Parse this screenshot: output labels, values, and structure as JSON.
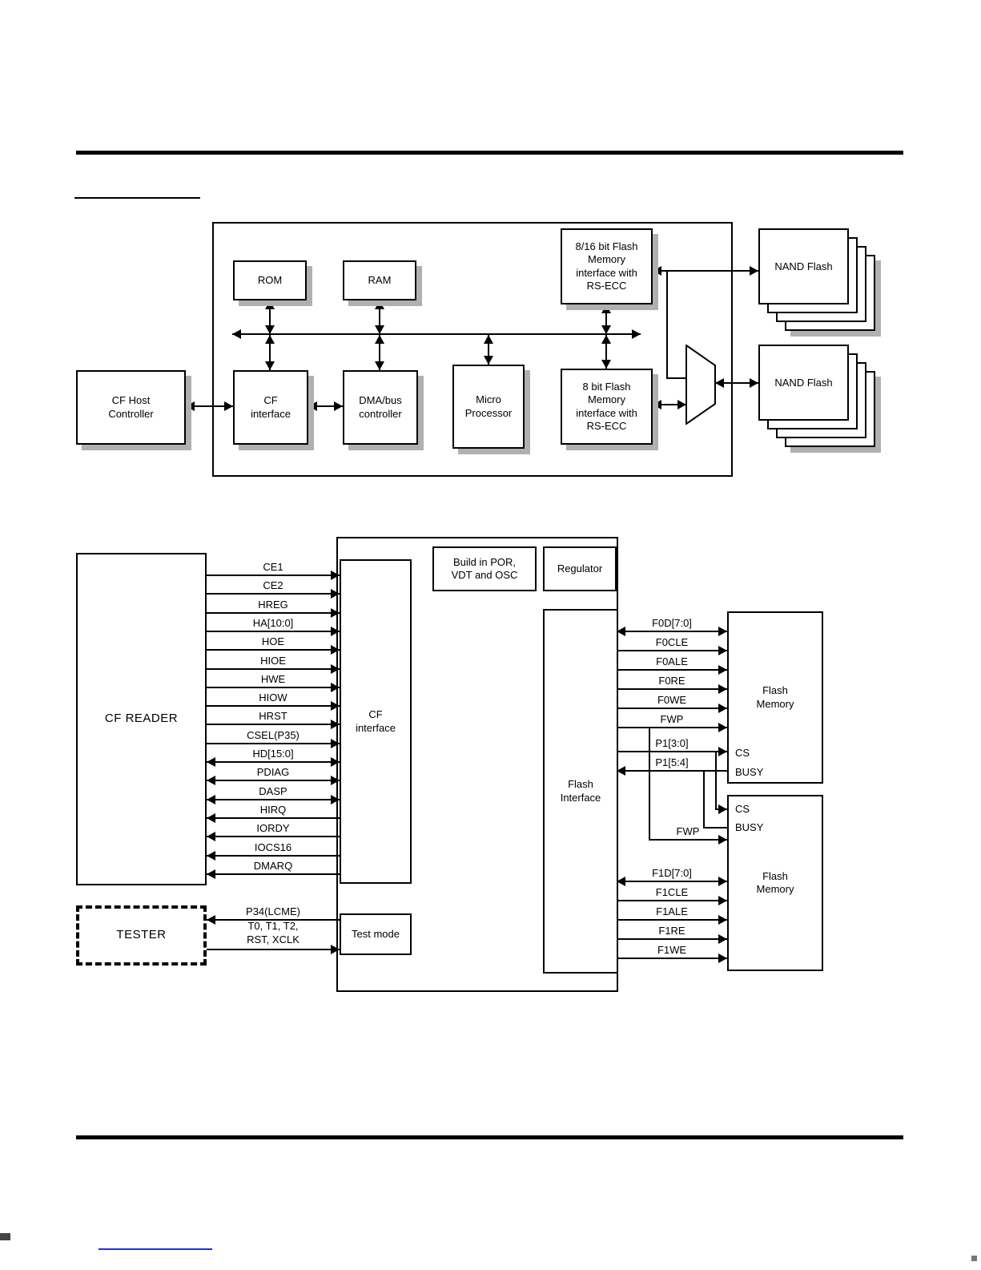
{
  "colors": {
    "line": "#000000",
    "shadow": "#b0b0b0",
    "link_underline": "#2233cc"
  },
  "top_diagram": {
    "soc_blocks": {
      "rom": "ROM",
      "ram": "RAM",
      "flash_if_816": "8/16 bit Flash Memory interface with RS-ECC",
      "cf_interface": "CF interface",
      "dma_bus": "DMA/bus controller",
      "micro_processor": "Micro Processor",
      "flash_if_8": "8 bit Flash Memory interface with RS-ECC"
    },
    "cf_host": "CF Host Controller",
    "nand_flash_top": "NAND Flash",
    "nand_flash_bottom": "NAND Flash"
  },
  "bottom_diagram": {
    "cf_reader": "CF READER",
    "tester": "TESTER",
    "cf_interface": "CF interface",
    "por_osc": "Build in POR, VDT and OSC",
    "regulator": "Regulator",
    "flash_interface": "Flash Interface",
    "test_mode": "Test mode",
    "flash_memory_top": {
      "title": "Flash Memory",
      "cs": "CS",
      "busy": "BUSY"
    },
    "flash_memory_bottom": {
      "title": "Flash Memory",
      "cs": "CS",
      "busy": "BUSY"
    },
    "cf_signals": [
      {
        "label": "CE1",
        "dir": "in"
      },
      {
        "label": "CE2",
        "dir": "in"
      },
      {
        "label": "HREG",
        "dir": "in"
      },
      {
        "label": "HA[10:0]",
        "dir": "in"
      },
      {
        "label": "HOE",
        "dir": "in"
      },
      {
        "label": "HIOE",
        "dir": "in"
      },
      {
        "label": "HWE",
        "dir": "in"
      },
      {
        "label": "HIOW",
        "dir": "in"
      },
      {
        "label": "HRST",
        "dir": "in"
      },
      {
        "label": "CSEL(P35)",
        "dir": "in"
      },
      {
        "label": "HD[15:0]",
        "dir": "bidir"
      },
      {
        "label": "PDIAG",
        "dir": "bidir"
      },
      {
        "label": "DASP",
        "dir": "bidir"
      },
      {
        "label": "HIRQ",
        "dir": "out"
      },
      {
        "label": "IORDY",
        "dir": "out"
      },
      {
        "label": "IOCS16",
        "dir": "out"
      },
      {
        "label": "DMARQ",
        "dir": "out"
      }
    ],
    "tester_signals": [
      {
        "label": "P34(LCME)",
        "dir": "out"
      },
      {
        "label": "T0, T1, T2, RST, XCLK",
        "dir": "in"
      }
    ],
    "flash0_signals": [
      {
        "label": "F0D[7:0]",
        "dir": "bidir"
      },
      {
        "label": "F0CLE",
        "dir": "in"
      },
      {
        "label": "F0ALE",
        "dir": "in"
      },
      {
        "label": "F0RE",
        "dir": "in"
      },
      {
        "label": "F0WE",
        "dir": "in"
      },
      {
        "label": "FWP",
        "dir": "in"
      },
      {
        "label": "P1[3:0]",
        "dir": "in"
      },
      {
        "label": "P1[5:4]",
        "dir": "out"
      }
    ],
    "fwp_branch_label": "FWP",
    "flash1_signals": [
      {
        "label": "F1D[7:0]",
        "dir": "bidir"
      },
      {
        "label": "F1CLE",
        "dir": "in"
      },
      {
        "label": "F1ALE",
        "dir": "in"
      },
      {
        "label": "F1RE",
        "dir": "in"
      },
      {
        "label": "F1WE",
        "dir": "in"
      }
    ]
  }
}
